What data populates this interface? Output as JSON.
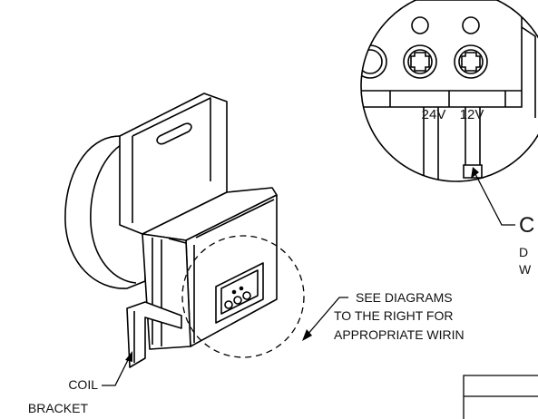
{
  "terminals": {
    "left": "24V",
    "right": "12V"
  },
  "callout_detail": {
    "head": "C",
    "line1": "D",
    "line2": "W"
  },
  "callout_diagrams": {
    "line1": "SEE DIAGRAMS",
    "line2": "TO THE RIGHT FOR",
    "line3": "APPROPRIATE WIRIN"
  },
  "callout_bracket": {
    "line1": "COIL",
    "line2": "BRACKET"
  }
}
